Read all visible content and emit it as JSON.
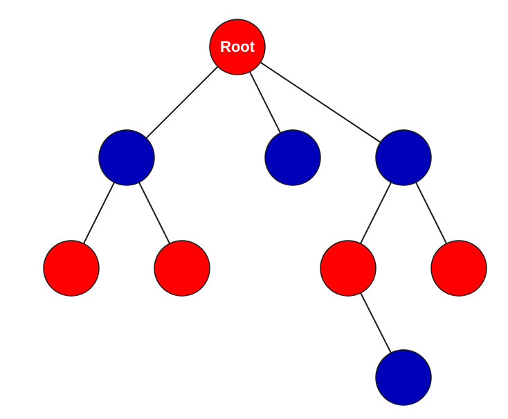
{
  "diagram": {
    "type": "tree",
    "colors": {
      "red": "#ff0000",
      "blue": "#0000b8",
      "edge": "#1a1a1a",
      "label": "#ffffff"
    },
    "nodes": [
      {
        "id": "root",
        "label": "Root",
        "color": "red"
      },
      {
        "id": "a",
        "label": "",
        "color": "blue"
      },
      {
        "id": "b",
        "label": "",
        "color": "blue"
      },
      {
        "id": "c",
        "label": "",
        "color": "blue"
      },
      {
        "id": "a1",
        "label": "",
        "color": "red"
      },
      {
        "id": "a2",
        "label": "",
        "color": "red"
      },
      {
        "id": "c1",
        "label": "",
        "color": "red"
      },
      {
        "id": "c2",
        "label": "",
        "color": "red"
      },
      {
        "id": "c1a",
        "label": "",
        "color": "blue"
      }
    ],
    "edges": [
      {
        "from": "root",
        "to": "a"
      },
      {
        "from": "root",
        "to": "b"
      },
      {
        "from": "root",
        "to": "c"
      },
      {
        "from": "a",
        "to": "a1"
      },
      {
        "from": "a",
        "to": "a2"
      },
      {
        "from": "c",
        "to": "c1"
      },
      {
        "from": "c",
        "to": "c2"
      },
      {
        "from": "c1",
        "to": "c1a"
      }
    ]
  }
}
